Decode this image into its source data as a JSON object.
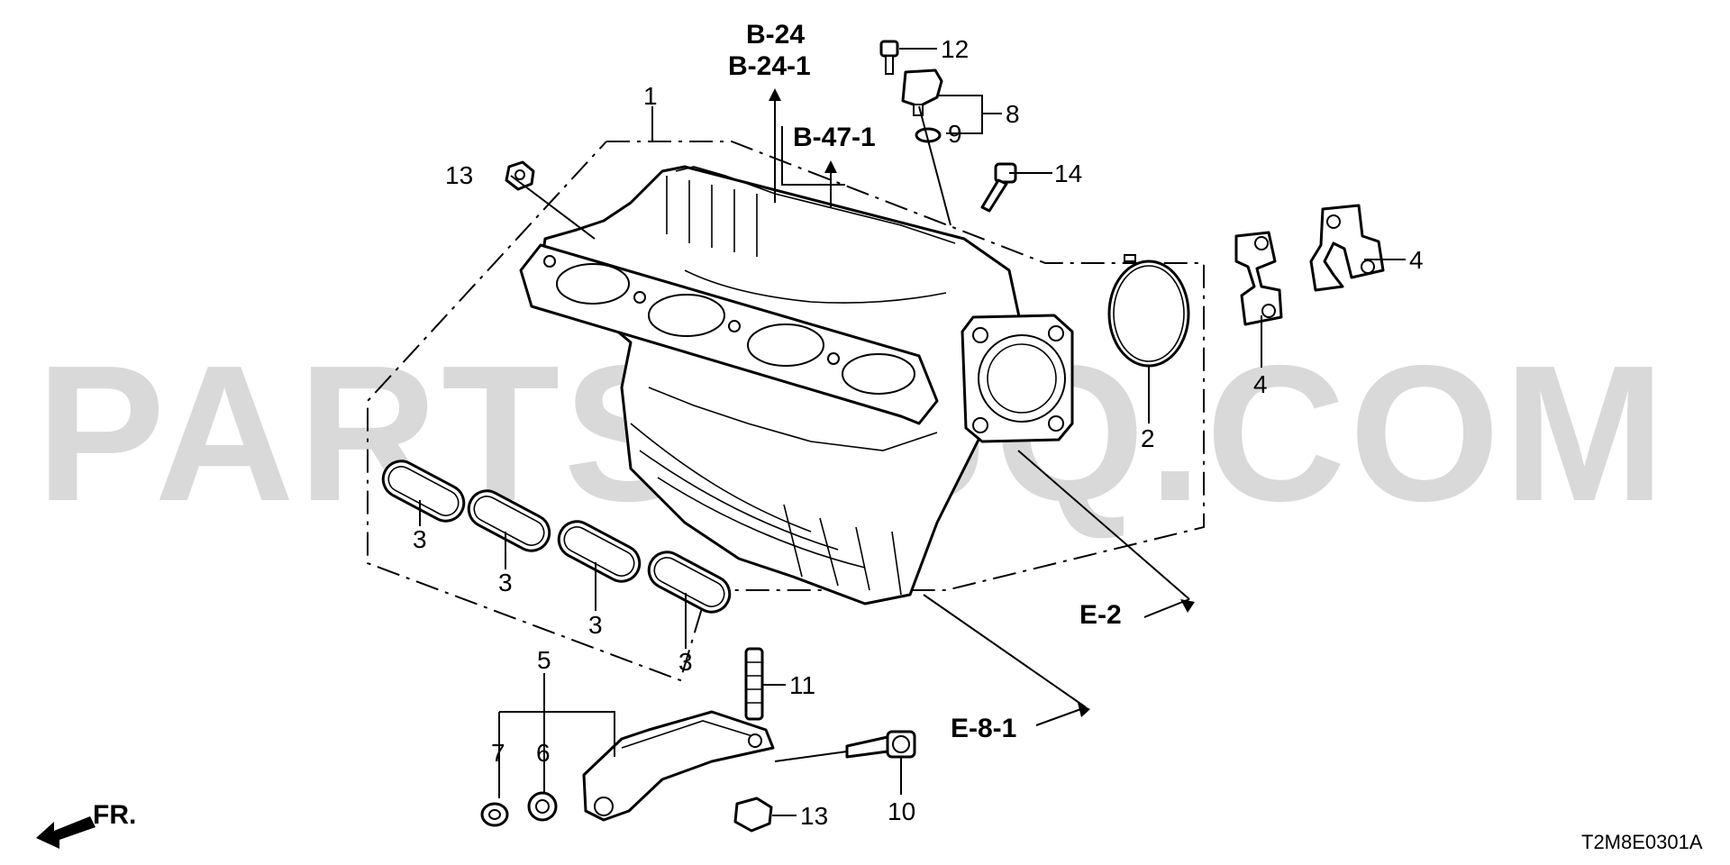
{
  "watermark": "PARTSOUQ.COM",
  "diagram_code": "T2M8E0301A",
  "direction_label": "FR.",
  "references": {
    "b24": "B-24",
    "b24_1": "B-24-1",
    "b47_1": "B-47-1",
    "e2": "E-2",
    "e8_1": "E-8-1"
  },
  "callouts": {
    "c1": "1",
    "c2": "2",
    "c3a": "3",
    "c3b": "3",
    "c3c": "3",
    "c3d": "3",
    "c4a": "4",
    "c4b": "4",
    "c5": "5",
    "c6": "6",
    "c7": "7",
    "c8": "8",
    "c9": "9",
    "c10": "10",
    "c11": "11",
    "c12": "12",
    "c13a": "13",
    "c13b": "13",
    "c14": "14"
  }
}
